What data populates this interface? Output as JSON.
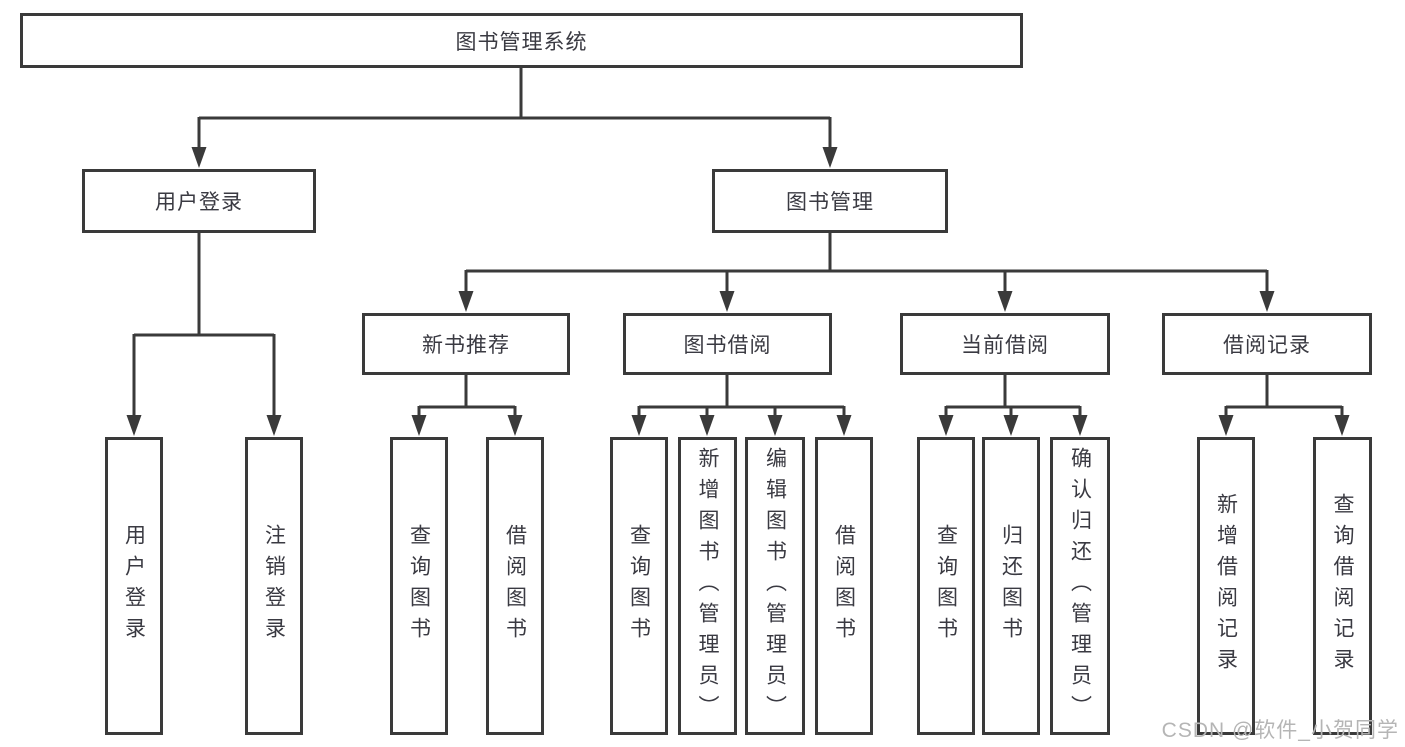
{
  "tree": {
    "root": "图书管理系统",
    "branches": [
      {
        "label": "用户登录",
        "children": [
          "用户登录",
          "注销登录"
        ]
      },
      {
        "label": "图书管理",
        "groups": [
          {
            "label": "新书推荐",
            "children": [
              "查询图书",
              "借阅图书"
            ]
          },
          {
            "label": "图书借阅",
            "children": [
              "查询图书",
              "新增图书（管理员）",
              "编辑图书（管理员）",
              "借阅图书"
            ]
          },
          {
            "label": "当前借阅",
            "children": [
              "查询图书",
              "归还图书",
              "确认归还（管理员）"
            ]
          },
          {
            "label": "借阅记录",
            "children": [
              "新增借阅记录",
              "查询借阅记录"
            ]
          }
        ]
      }
    ]
  },
  "colors": {
    "line": "#3a3a3a",
    "text": "#3a3a42",
    "watermark": "#b5b5b5",
    "background": "#ffffff"
  },
  "watermark": "CSDN @软件_小贺同学"
}
